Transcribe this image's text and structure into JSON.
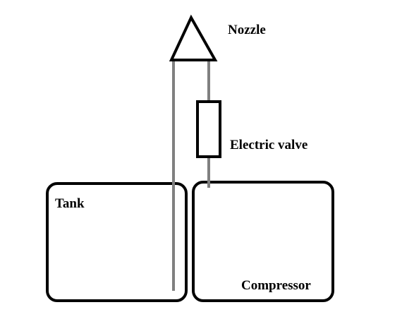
{
  "labels": {
    "nozzle": "Nozzle",
    "electric_valve": "Electric valve",
    "tank": "Tank",
    "compressor": "Compressor"
  },
  "colors": {
    "outline": "#000000",
    "pipe": "#808080",
    "background": "#ffffff"
  }
}
